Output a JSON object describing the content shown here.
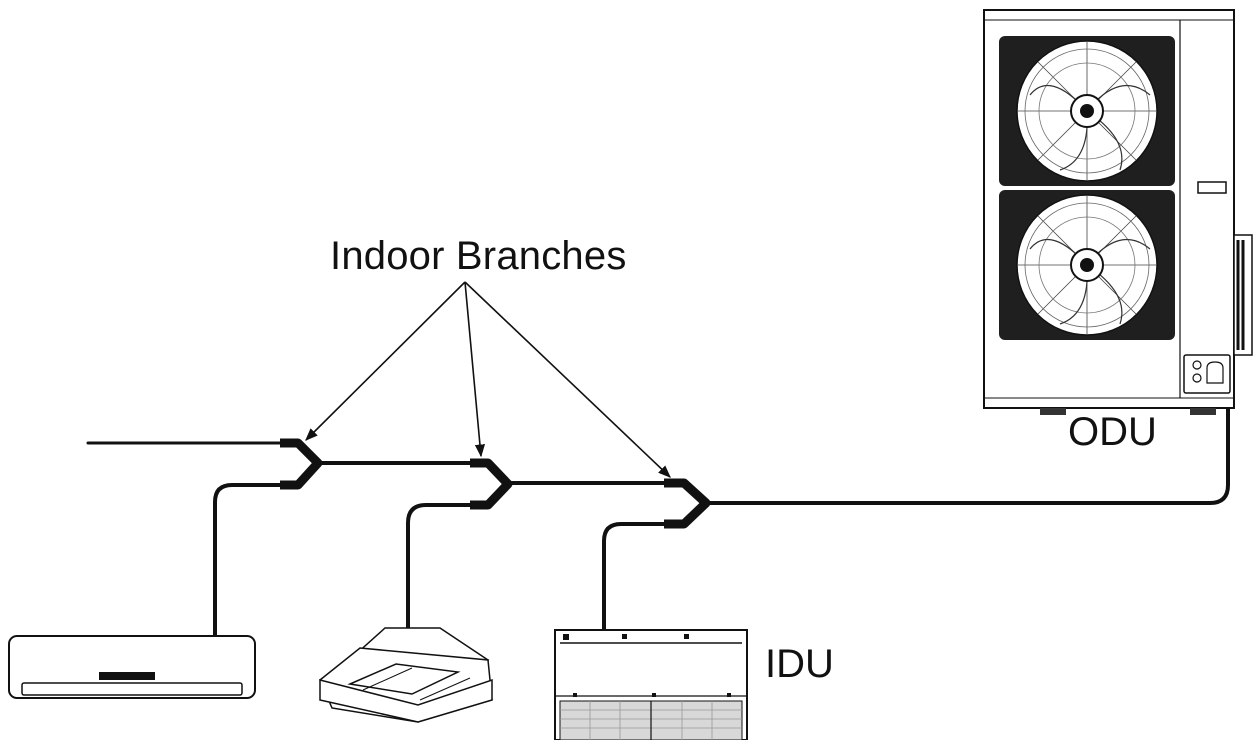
{
  "labels": {
    "indoor_branches": "Indoor Branches",
    "outdoor_unit": "ODU",
    "indoor_unit": "IDU"
  },
  "colors": {
    "line": "#111111",
    "background": "#ffffff",
    "fan_dark": "#222222"
  }
}
